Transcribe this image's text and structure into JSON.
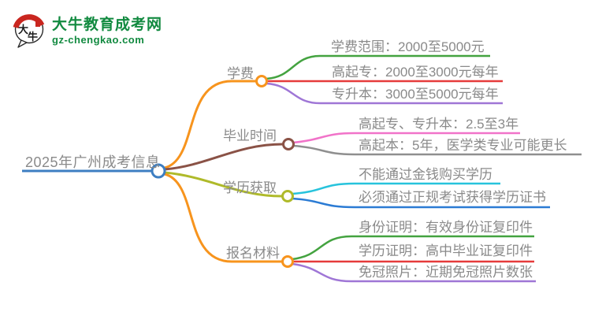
{
  "logo": {
    "icon_text": "大牛",
    "site_name": "大牛教育成考网",
    "site_url": "gz-chengkao.com",
    "brand_green": "#128a40",
    "accent_red": "#c9261f"
  },
  "mindmap": {
    "root": {
      "label": "2025年广州成考信息",
      "color": "#3d7ec2"
    },
    "branches": [
      {
        "label": "学费",
        "color": "#f7941d",
        "children": [
          {
            "text": "学费范围：2000至5000元",
            "color": "#44a340"
          },
          {
            "text": "高起专：2000至3000元每年",
            "color": "#e63b3b"
          },
          {
            "text": "专升本：3000至5000元每年",
            "color": "#9f76d6"
          }
        ]
      },
      {
        "label": "毕业时间",
        "color": "#8a5246",
        "children": [
          {
            "text": "高起专、专升本：2.5至3年",
            "color": "#f173c9"
          },
          {
            "text": "高起本：5年，医学类专业可能更长",
            "color": "#8f8f8f"
          }
        ]
      },
      {
        "label": "学历获取",
        "color": "#afba2a",
        "children": [
          {
            "text": "不能通过金钱购买学历",
            "color": "#27c3dc"
          },
          {
            "text": "必须通过正规考试获得学历证书",
            "color": "#2b7bd4"
          }
        ]
      },
      {
        "label": "报名材料",
        "color": "#f7941d",
        "children": [
          {
            "text": "身份证明：有效身份证复印件",
            "color": "#44a340"
          },
          {
            "text": "学历证明：高中毕业证复印件",
            "color": "#e63b3b"
          },
          {
            "text": "免冠照片：近期免冠照片数张",
            "color": "#9f76d6"
          }
        ]
      }
    ]
  }
}
